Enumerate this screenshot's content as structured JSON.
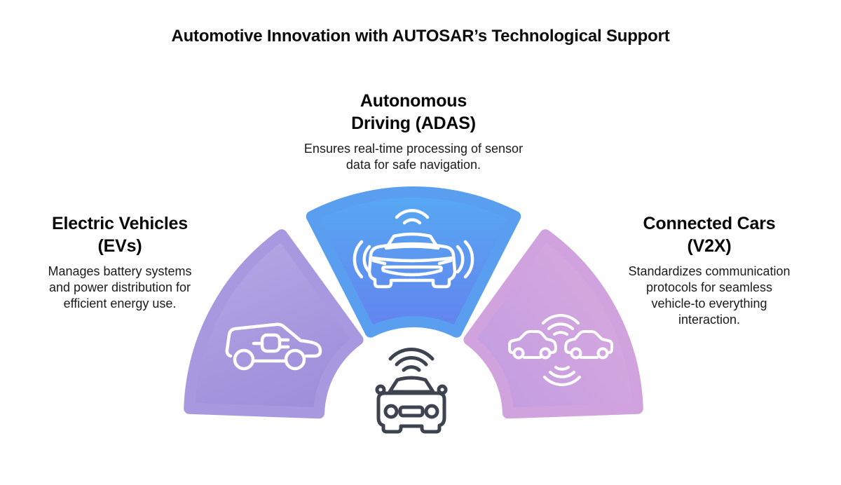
{
  "title": "Automotive Innovation with AUTOSAR’s Technological Support",
  "segments": {
    "adas": {
      "heading_lines": [
        "Autonomous",
        "Driving (ADAS)"
      ],
      "description_lines": [
        "Ensures real-time processing of sensor",
        "data for safe navigation."
      ],
      "color_start": "#56a9f2",
      "color_end": "#6383ee",
      "icon": "adas-car-icon"
    },
    "ev": {
      "heading_lines": [
        "Electric Vehicles",
        "(EVs)"
      ],
      "description_lines": [
        "Manages battery systems",
        "and power distribution for",
        "efficient energy use."
      ],
      "color_start": "#b5a6e4",
      "color_end": "#9c8eda",
      "icon": "ev-car-icon"
    },
    "v2x": {
      "heading_lines": [
        "Connected Cars",
        "(V2X)"
      ],
      "description_lines": [
        "Standardizes communication",
        "protocols for seamless",
        "vehicle-to everything",
        "interaction."
      ],
      "color_start": "#c09ce2",
      "color_end": "#d9a9dd",
      "icon": "v2x-cars-icon"
    }
  },
  "center": {
    "icon": "connected-car-icon"
  },
  "colors": {
    "background": "#ffffff",
    "title_text": "#0d0d0d",
    "body_text": "#1a1a1a",
    "icon_stroke_light": "#ffffff",
    "icon_stroke_dark": "#3d4450"
  }
}
